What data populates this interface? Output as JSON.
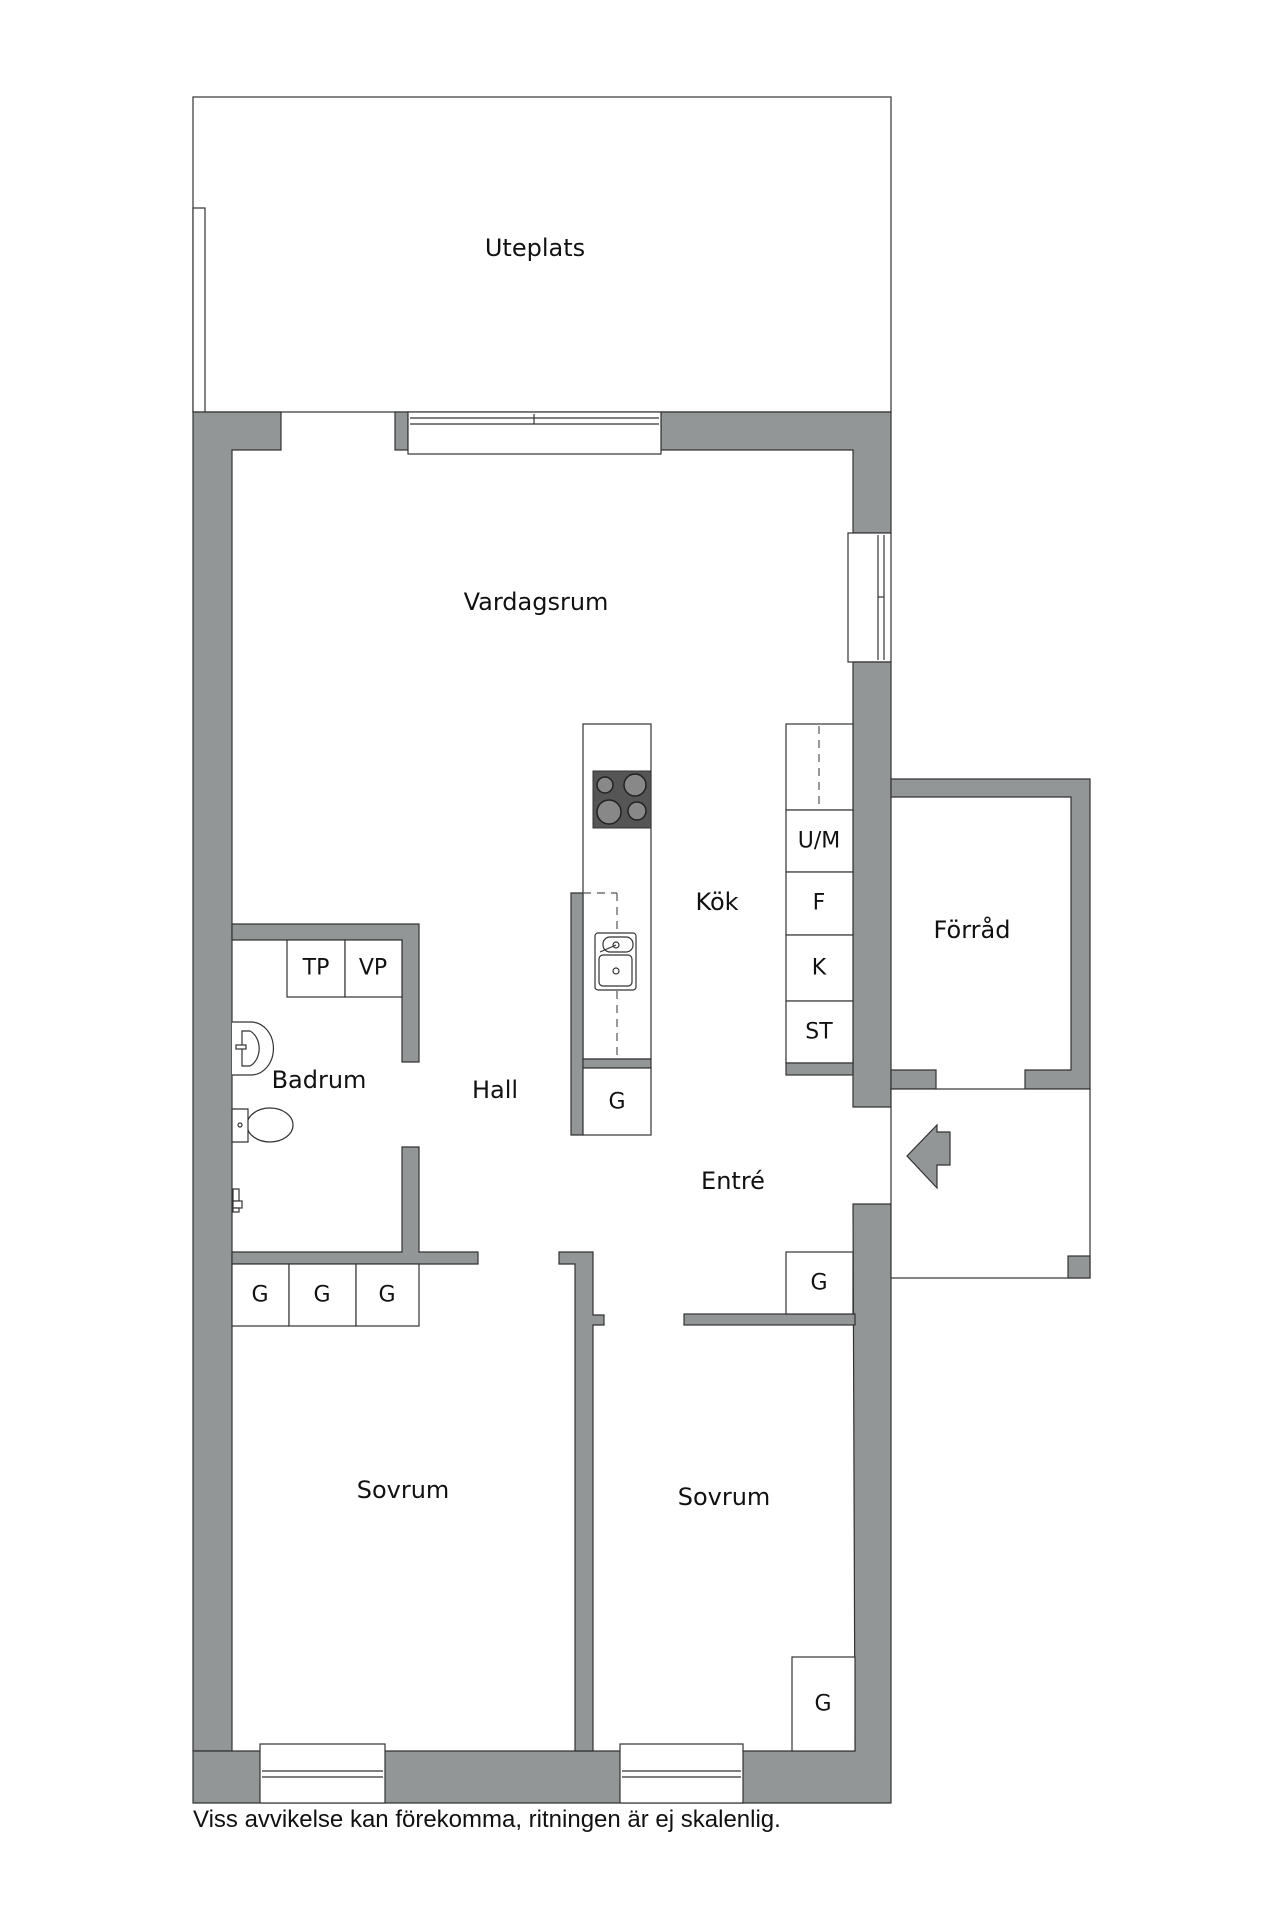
{
  "floorplan": {
    "wall_color": "#939696",
    "line_color": "#333333",
    "rooms": [
      {
        "id": "uteplats",
        "label": "Uteplats"
      },
      {
        "id": "vardagsrum",
        "label": "Vardagsrum"
      },
      {
        "id": "kok",
        "label": "Kök"
      },
      {
        "id": "forrad",
        "label": "Förråd"
      },
      {
        "id": "badrum",
        "label": "Badrum"
      },
      {
        "id": "hall",
        "label": "Hall"
      },
      {
        "id": "entre",
        "label": "Entré"
      },
      {
        "id": "sovrum1",
        "label": "Sovrum"
      },
      {
        "id": "sovrum2",
        "label": "Sovrum"
      }
    ],
    "fixtures": {
      "kitchen_cabinets": [
        "U/M",
        "F",
        "K",
        "ST"
      ],
      "island_cabinet": "G",
      "bathroom_cabinets": [
        "TP",
        "VP"
      ],
      "hall_wardrobes": [
        "G",
        "G",
        "G"
      ],
      "entre_wardrobe": "G",
      "sovrum_wardrobe": "G"
    },
    "icons": {
      "entrance": "entrance-arrow-icon",
      "cooktop": "cooktop-icon",
      "sink": "kitchen-sink-icon",
      "washbasin": "washbasin-icon",
      "toilet": "toilet-icon",
      "shower": "shower-mixer-icon"
    }
  },
  "footer": {
    "disclaimer": "Viss avvikelse kan förekomma, ritningen är ej skalenlig."
  }
}
